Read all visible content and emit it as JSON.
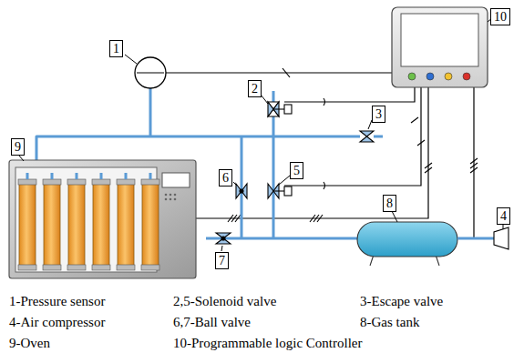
{
  "diagram": {
    "nodes": [
      {
        "text": [
          "9"
        ]
      },
      {
        "text": [
          "10"
        ]
      },
      {
        "text": [
          "1"
        ]
      },
      {
        "text": [
          "2"
        ]
      },
      {
        "text": [
          "3"
        ]
      },
      {
        "text": [
          "6"
        ]
      },
      {
        "text": [
          "5"
        ]
      },
      {
        "text": [
          "8"
        ]
      },
      {
        "text": [
          "4"
        ]
      },
      {
        "text": [
          "7"
        ]
      }
    ],
    "labels": [
      "1-Pressure sensor",
      "2,5-Solenoid valve",
      "3-Escape valve",
      "4-Air compressor",
      "6,7-Ball valve",
      "8-Gas tank",
      "9-Oven",
      "10-Programmable logic Controller"
    ]
  }
}
